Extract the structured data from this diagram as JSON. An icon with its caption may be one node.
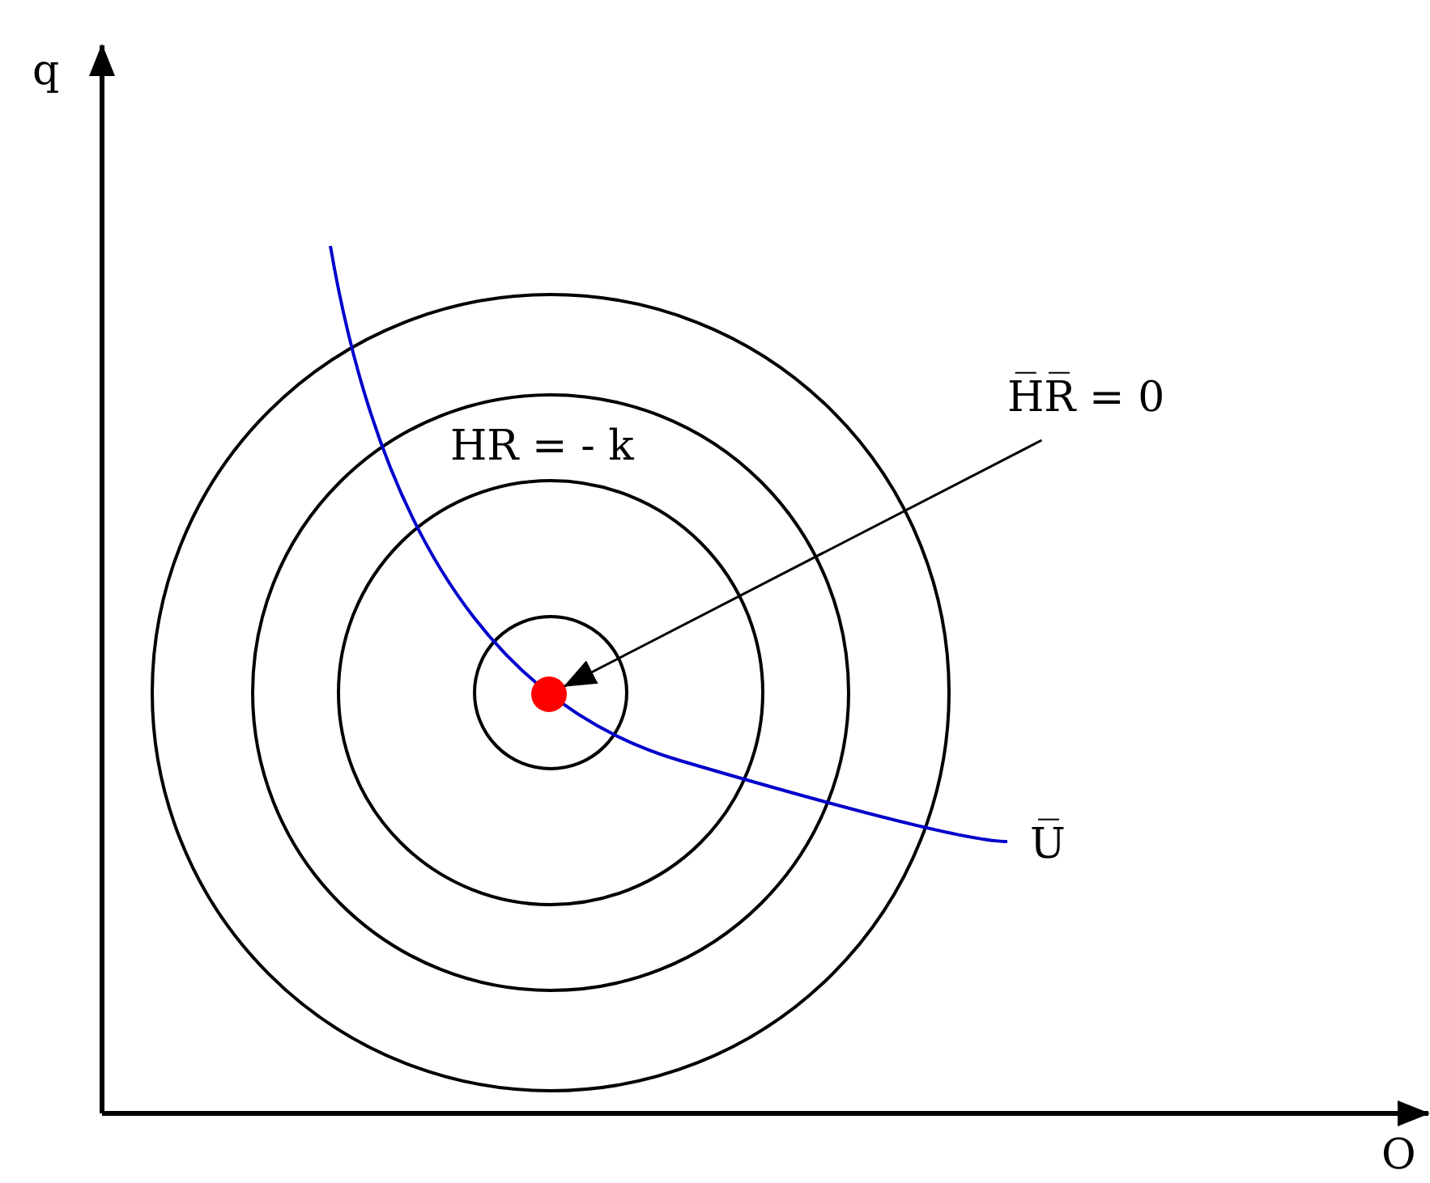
{
  "diagram": {
    "nodes": [
      {
        "text": [
          "H̅R̅ = 0"
        ]
      },
      {
        "text": [],
        "shape": "circle"
      }
    ],
    "edges": [
      {
        "from": 0,
        "to": 1,
        "arrow": "to"
      }
    ],
    "labels": [
      "q",
      "HR = - k",
      "U̅",
      "O"
    ]
  }
}
